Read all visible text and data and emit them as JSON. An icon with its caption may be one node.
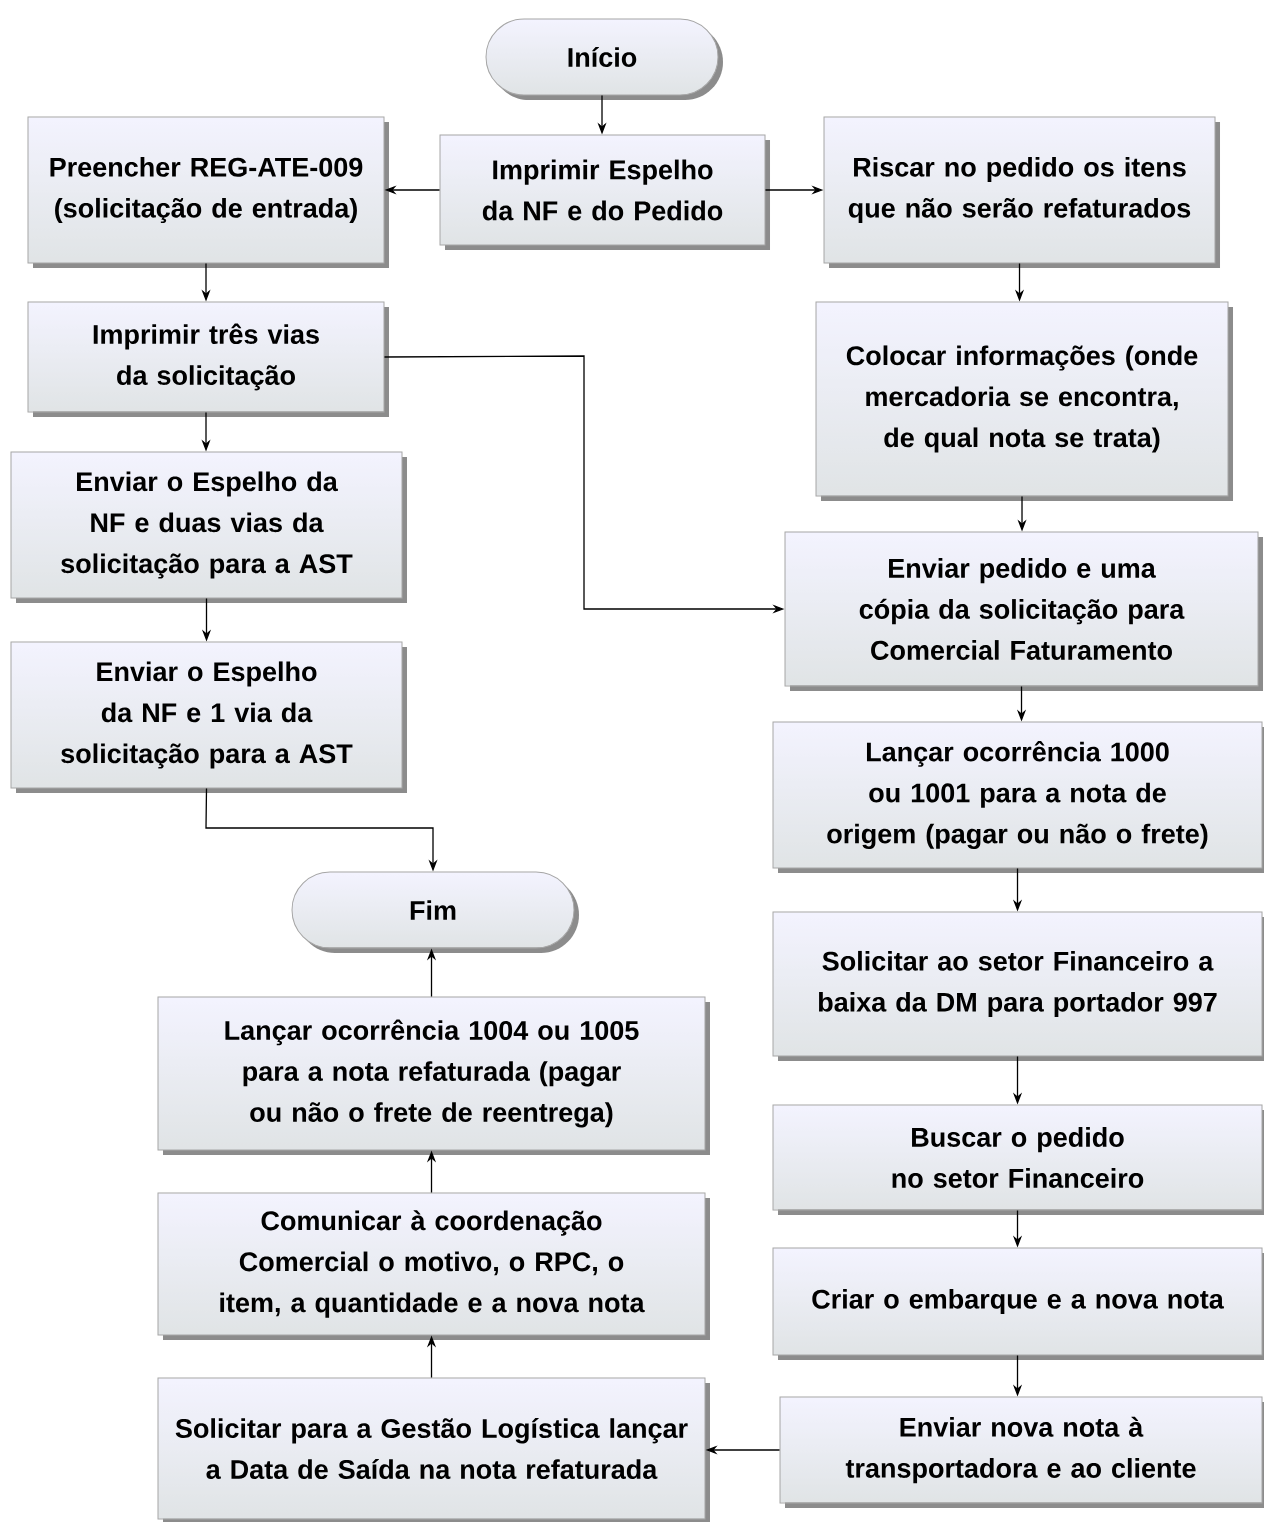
{
  "diagram": {
    "nodes": [
      {
        "text": [
          "Início"
        ]
      },
      {
        "text": [
          "Imprimir Espelho da NF e do Pedido"
        ]
      },
      {
        "text": [
          "Preencher REG-ATE-009 (solicitação de entrada)"
        ]
      },
      {
        "text": [
          "Riscar no pedido os itens que não serão refaturados"
        ]
      },
      {
        "text": [
          "Imprimir três vias da solicitação"
        ]
      },
      {
        "text": [
          "Colocar informações (onde mercadoria se encontra, de qual nota se trata)"
        ]
      },
      {
        "text": [
          "Enviar o Espelho da NF e duas vias da solicitação para a AST"
        ]
      },
      {
        "text": [
          "Enviar pedido e uma cópia da solicitação para Comercial Faturamento"
        ]
      },
      {
        "text": [
          "Enviar o Espelho da NF e 1 via da solicitação para a AST"
        ]
      },
      {
        "text": [
          "Lançar ocorrência 1000 ou 1001 para a nota de origem (pagar ou não o frete)"
        ]
      },
      {
        "text": [
          "Fim"
        ]
      },
      {
        "text": [
          "Solicitar ao setor Financeiro a baixa da DM para portador 997"
        ]
      },
      {
        "text": [
          "Lançar ocorrência 1004 ou 1005 para a nota refaturada (pagar ou não o frete de reentrega)"
        ]
      },
      {
        "text": [
          "Buscar o pedido no setor Financeiro"
        ]
      },
      {
        "text": [
          "Comunicar à coordenação Comercial o motivo, o RPC, o item, a quantidade e a nova nota"
        ]
      },
      {
        "text": [
          "Criar o embarque e a nova nota"
        ]
      },
      {
        "text": [
          "Solicitar para a Gestão Logística lançar a Data de Saída na nota refaturada"
        ]
      },
      {
        "text": [
          "Enviar nova nota à transportadora e ao cliente"
        ]
      }
    ],
    "edges": [
      {
        "from": 0,
        "to": 1,
        "arrow": "to"
      },
      {
        "from": 1,
        "to": 2,
        "arrow": "to"
      },
      {
        "from": 1,
        "to": 3,
        "arrow": "to"
      },
      {
        "from": 2,
        "to": 4,
        "arrow": "to"
      },
      {
        "from": 3,
        "to": 5,
        "arrow": "to"
      },
      {
        "from": 4,
        "to": 6,
        "arrow": "to"
      },
      {
        "from": 4,
        "to": 7,
        "arrow": "to"
      },
      {
        "from": 5,
        "to": 7,
        "arrow": "to"
      },
      {
        "from": 6,
        "to": 8,
        "arrow": "to"
      },
      {
        "from": 8,
        "to": 10,
        "arrow": "to"
      },
      {
        "from": 7,
        "to": 9,
        "arrow": "to"
      },
      {
        "from": 9,
        "to": 11,
        "arrow": "to"
      },
      {
        "from": 11,
        "to": 13,
        "arrow": "to"
      },
      {
        "from": 13,
        "to": 15,
        "arrow": "to"
      },
      {
        "from": 15,
        "to": 17,
        "arrow": "to"
      },
      {
        "from": 17,
        "to": 16,
        "arrow": "to"
      },
      {
        "from": 16,
        "to": 14,
        "arrow": "to"
      },
      {
        "from": 14,
        "to": 12,
        "arrow": "to"
      },
      {
        "from": 12,
        "to": 10,
        "arrow": "to"
      }
    ]
  }
}
